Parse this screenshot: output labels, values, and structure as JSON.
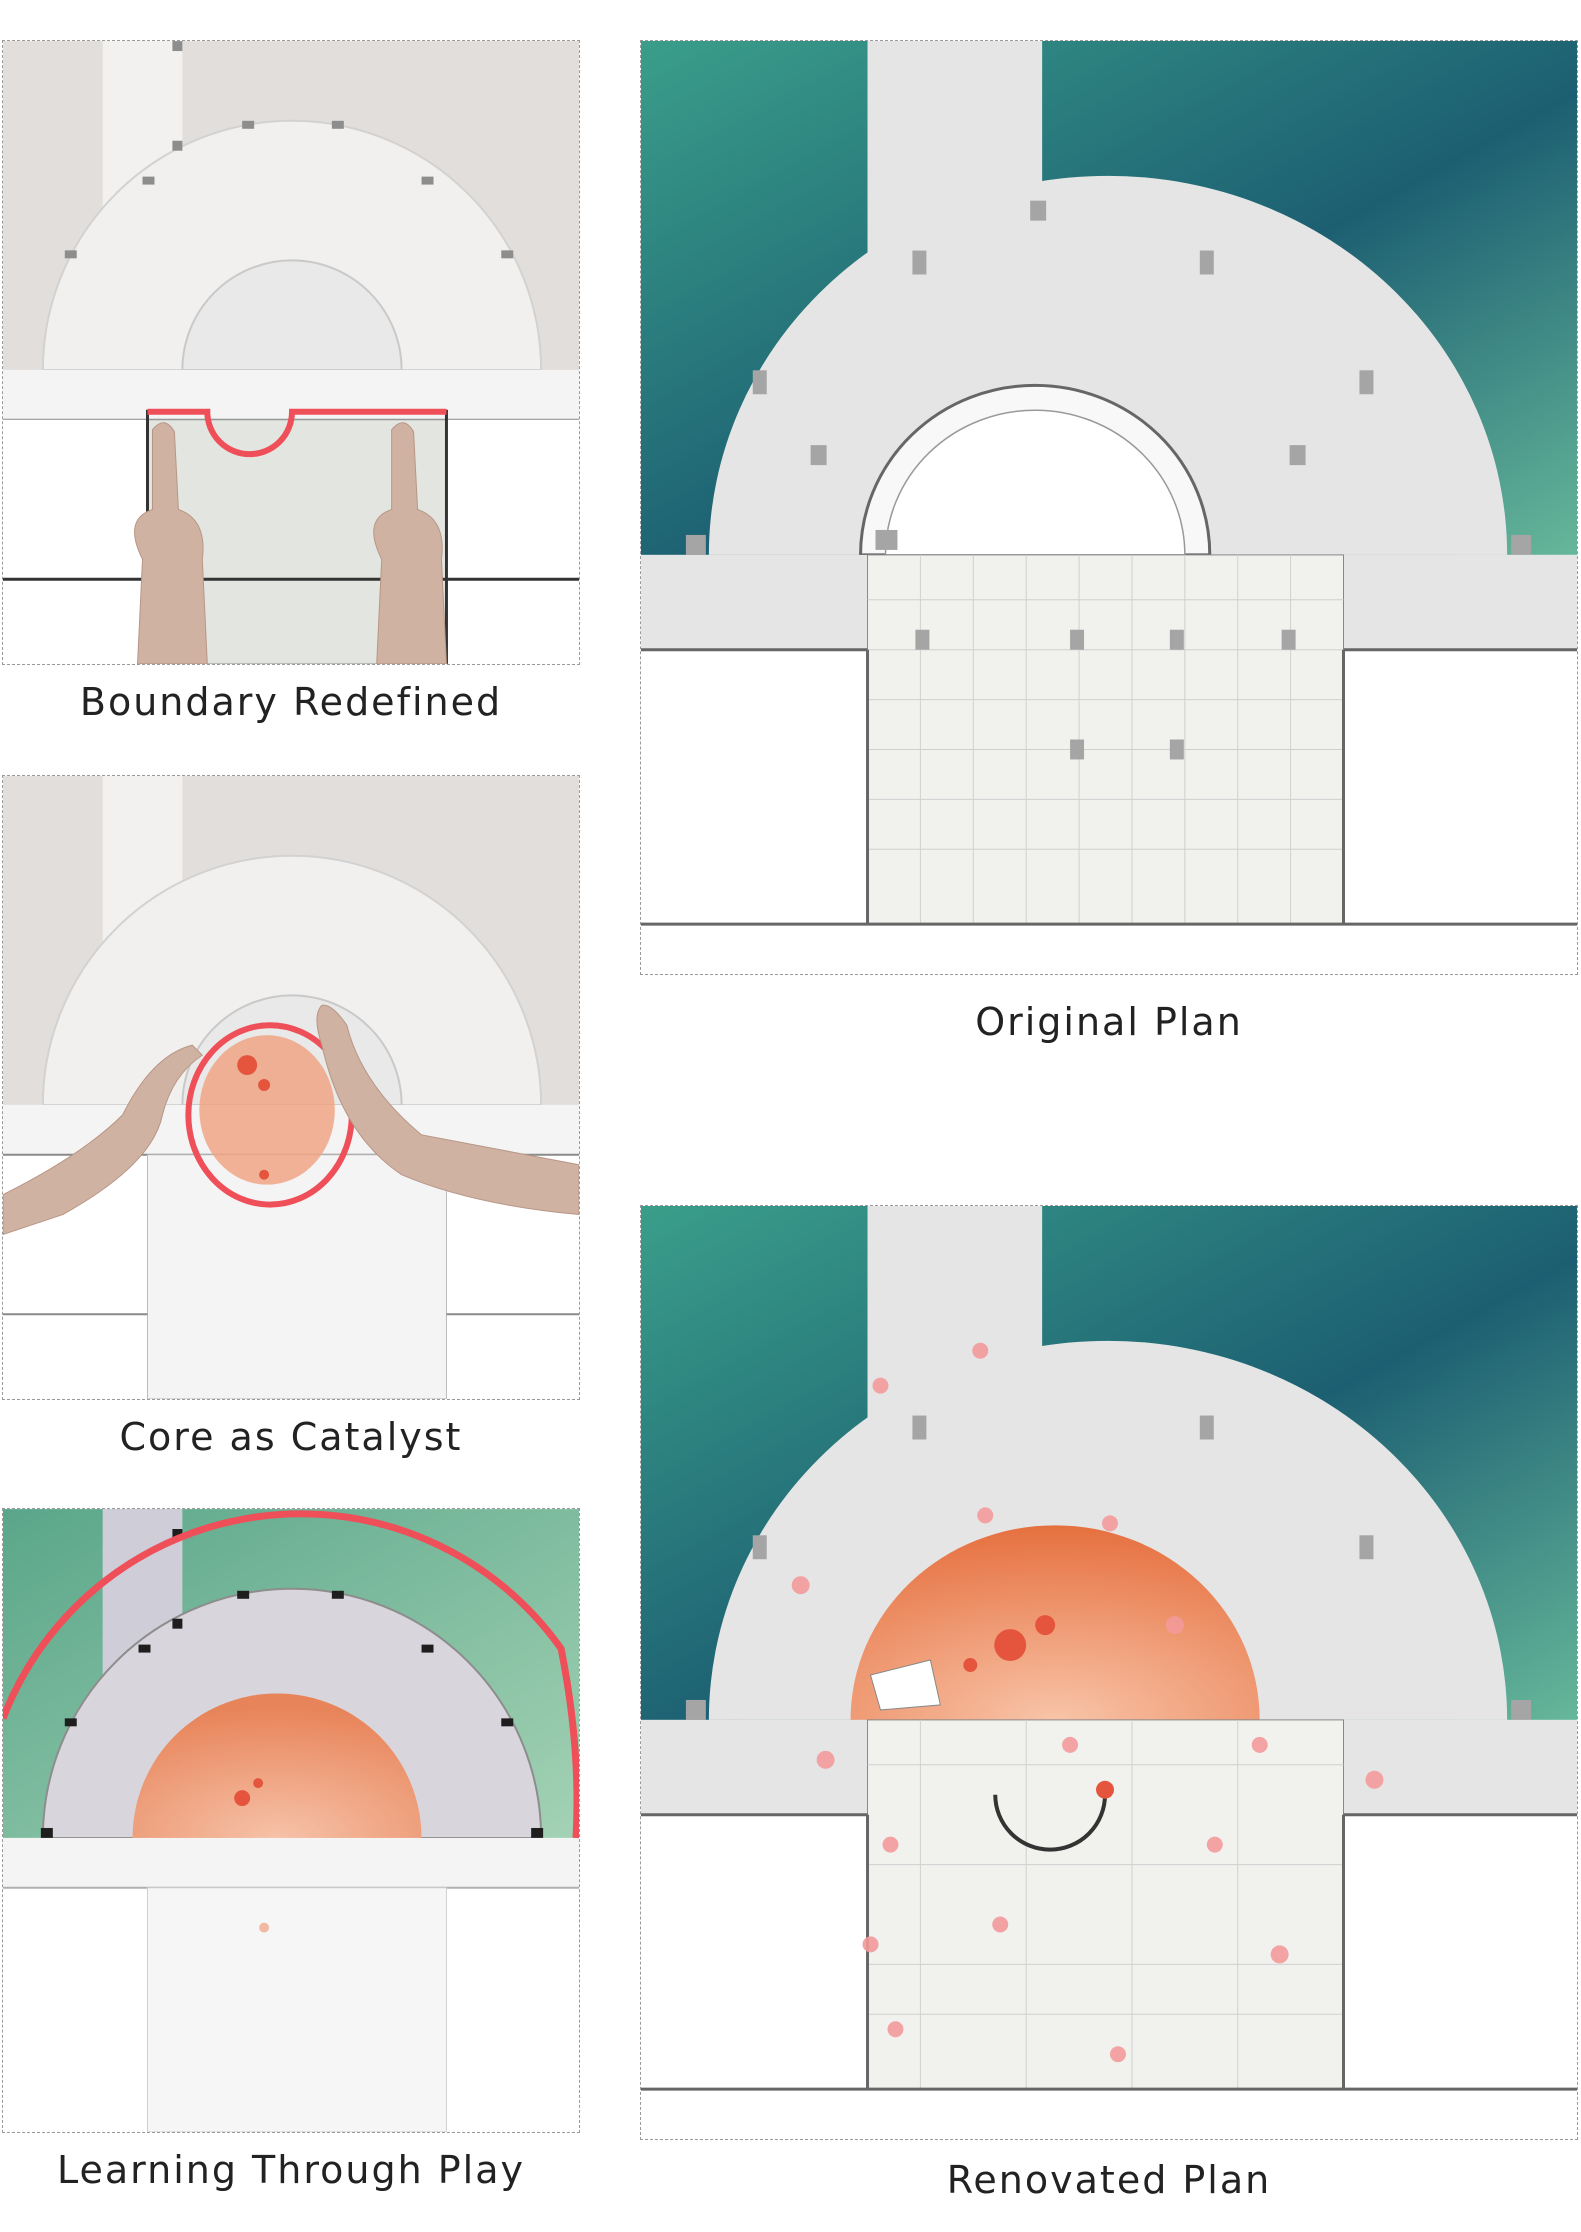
{
  "captions": {
    "boundary_redefined": "Boundary Redefined",
    "core_as_catalyst": "Core as Catalyst",
    "learning_through_play": "Learning Through Play",
    "original_plan": "Original Plan",
    "renovated_plan": "Renovated Plan"
  },
  "colors": {
    "red_outline": "#ef4f58",
    "courtyard_green": "#3f8a86",
    "courtyard_green_light": "#8fc7a8",
    "orange_core": "#ec7a52",
    "terrazzo": "#e4e4e4",
    "wall": "#555555"
  }
}
